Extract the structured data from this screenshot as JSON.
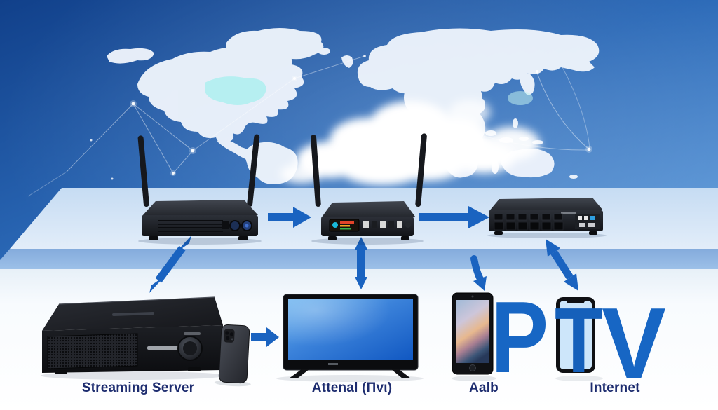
{
  "labels": {
    "streaming_server": "Streaming Server",
    "tv": "Attenal (Πvι)",
    "tablet": "Aalb",
    "internet": "Internet"
  },
  "logo": {
    "p": "P",
    "t": "T",
    "v": "V"
  },
  "diagram": {
    "platform_devices": [
      "wireless-router",
      "wireless-router-with-display",
      "network-switch"
    ],
    "endpoint_devices": [
      "streaming-server",
      "smartphone",
      "television",
      "tablet",
      "smartphone-in-logo"
    ],
    "connections": [
      "router-1-to-router-2",
      "router-2-to-switch",
      "router-1-to-streaming-server",
      "router-2-to-tv",
      "switch-to-tablet",
      "switch-to-logo-phone",
      "phone-to-tv"
    ]
  },
  "colors": {
    "arrow_blue": "#1a63c0",
    "label_navy": "#1d2c6f",
    "logo_blue": "#1766c4",
    "sky_dark": "#11408a",
    "sky_light": "#7fb0e2",
    "platform_top": "#cfe2f6",
    "platform_edge": "#8fb4e0",
    "tv_screen_blue": "#3b82da",
    "map_white": "#eef4fc"
  }
}
